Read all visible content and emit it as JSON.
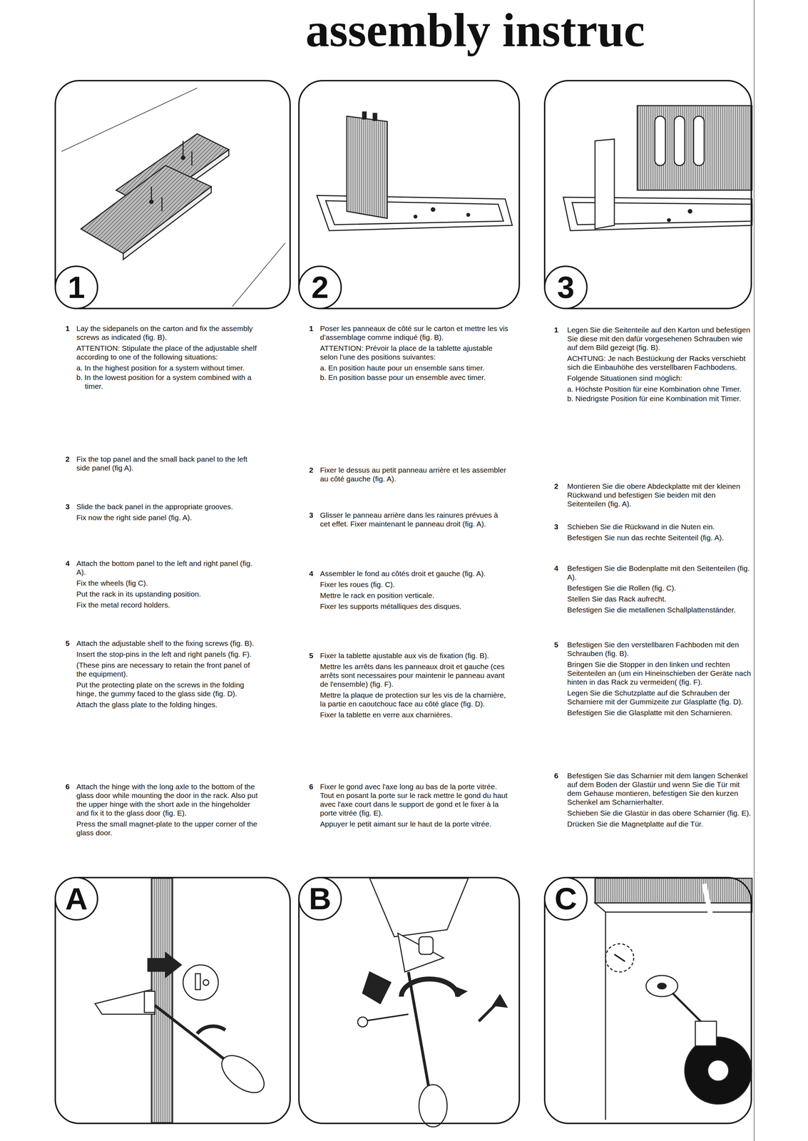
{
  "diagram": {
    "title": "assembly instruc",
    "nodes": [
      {
        "text": [
          "1"
        ]
      },
      {
        "text": [
          "2"
        ]
      },
      {
        "text": [
          "3"
        ]
      },
      {
        "text": [
          "A"
        ]
      },
      {
        "text": [
          "B"
        ]
      },
      {
        "text": [
          "C"
        ]
      }
    ],
    "labels": [
      "1",
      "Lay the sidepanels on the carton and fix the assembly screws as indicated (fig. B).",
      "ATTENTION: Stipulate the place of the adjustable shelf according to one of the following situations:",
      "a. In the highest position for a system without timer.",
      "b. In the lowest position for a system combined with a timer.",
      "2",
      "Fix the top panel and the small back panel to the left side panel (fig A).",
      "3",
      "Slide the back panel in the appropriate grooves.",
      "Fix now the right side panel (fig. A).",
      "4",
      "Attach the bottom panel to the left and right panel (fig. A).",
      "Fix the wheels (fig C).",
      "Put the rack in its upstanding position.",
      "Fix the metal record holders.",
      "5",
      "Attach the adjustable shelf to the fixing screws (fig. B).",
      "Insert the stop-pins in the left and right panels (fig. F).",
      "(These pins are necessary to retain the front panel of the equipment).",
      "Put the protecting plate on the screws in the folding hinge, the gummy faced to the glass side (fig. D).",
      "Attach the glass plate to the folding hinges.",
      "6",
      "Attach the hinge with the long axle to the bottom of the glass door while mounting the door in the rack. Also put the upper hinge with the short axle in the hingeholder and fix it to the glass door (fig. E).",
      "Press the small magnet-plate to the upper corner of the glass door.",
      "1",
      "Poser les panneaux de côté sur le carton et mettre les vis d'assemblage comme indiqué (fig. B).",
      "ATTENTION: Prévoir la place de la tablette ajustable selon l'une des positions suivantes:",
      "a. En position haute pour un ensemble sans timer.",
      "b. En position basse pour un ensemble avec timer.",
      "2",
      "Fixer le dessus au petit panneau arrière et les assembler au côté gauche (fig. A).",
      "3",
      "Glisser le panneau arrière dans les rainures prévues à cet effet. Fixer maintenant le panneau droit (fig. A).",
      "4",
      "Assembler le fond au côtés droit et gauche (fig. A).",
      "Fixer les roues (fig. C).",
      "Mettre le rack en position verticale.",
      "Fixer les supports métalliques des disques.",
      "5",
      "Fixer la tablette ajustable aux vis de fixation (fig. B).",
      "Mettre les arrêts dans les panneaux droit et gauche (ces arrêts sont necessaires pour maintenir le panneau avant de l'ensemble) (fig. F).",
      "Mettre la plaque de protection sur les vis de la charnière, la partie en caoutchouc face au côté glace (fig. D).",
      "Fixer la tablette en verre aux charnières.",
      "6",
      "Fixer le gond avec l'axe long au bas de la porte vitrée. Tout en posant la porte sur le rack mettre le gond du haut avec l'axe court dans le support de gond et le fixer à la porte vitrée (fig. E).",
      "Appuyer le petit aimant sur le haut de la porte vitrée.",
      "1",
      "Legen Sie die Seitenteile auf den Karton und befestigen Sie diese mit den dafür vorgesehenen Schrauben wie auf dem Bild gezeigt (fig. B).",
      "ACHTUNG: Je nach Bestückung der Racks verschiebt sich die Einbauhöhe des verstellbaren Fachbodens.",
      "Folgende Situationen sind möglich:",
      "a. Höchste Position für eine Kombination ohne Timer.",
      "b. Niedrigste Position für eine Kombination mit Timer.",
      "2",
      "Montieren Sie die obere Abdeckplatte mit der kleinen Rückwand und befestigen Sie beiden mit den Seitenteilen (fig. A).",
      "3",
      "Schieben Sie die Rückwand in die Nuten ein.",
      "Befestigen Sie nun das rechte Seitenteil (fig. A).",
      "4",
      "Befestigen Sie die Bodenplatte mit den Seitenteilen (fig. A).",
      "Befestigen Sie die Rollen (fig. C).",
      "Stellen Sie das Rack aufrecht.",
      "Befestigen Sie die metallenen Schallplattenständer.",
      "5",
      "Befestigen Sie den verstellbaren Fachboden mit den Schrauben (fig. B).",
      "Bringen Sie die Stopper in den linken und rechten Seitenteilen an (um ein Hineinschieben der Geräte nach hinten in das Rack zu vermeiden( (fig. F).",
      "Legen Sie die Schutzplatte auf die Schrauben der Scharniere mit der Gummizeite zur Glasplatte (fig. D).",
      "Befestigen Sie die Glasplatte mit den Scharnieren.",
      "6",
      "Befestigen Sie das Scharnier mit dem langen Schenkel auf dem Boden der Glastür und wenn Sie die Tür mit dem Gehause montieren, befestigen Sie den kurzen Schenkel am Scharnierhalter.",
      "Schieben Sie die Glastür in das obere Scharnier (fig. E).",
      "Drücken Sie die Magnetplatte auf die Tür."
    ]
  }
}
